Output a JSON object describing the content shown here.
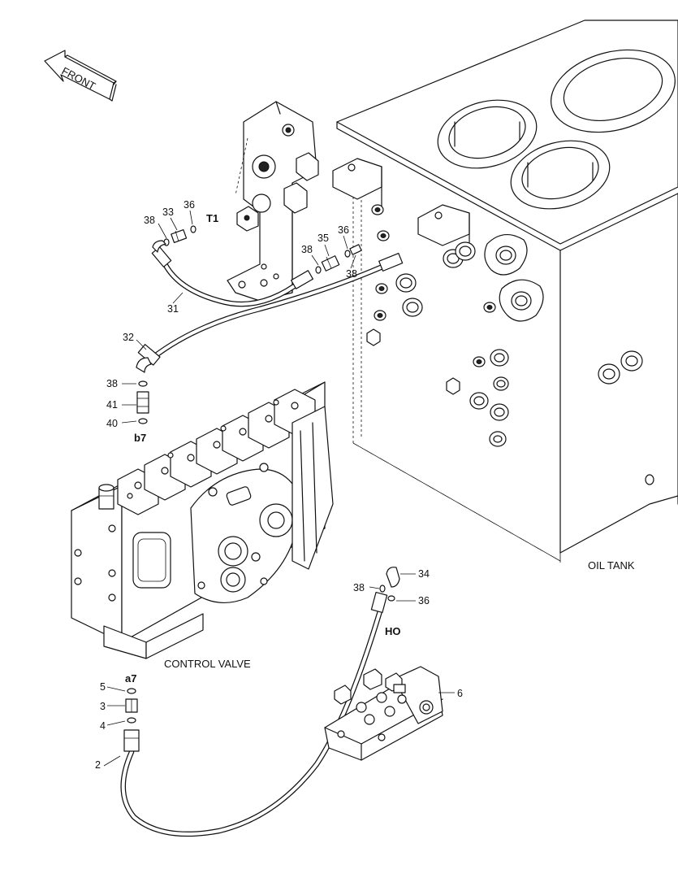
{
  "front_arrow": {
    "label": "FRONT"
  },
  "components": {
    "oil_tank": "OIL TANK",
    "control_valve": "CONTROL VALVE"
  },
  "ports": {
    "t1": "T1",
    "b7": "b7",
    "a7": "a7",
    "ho": "HO"
  },
  "callouts": {
    "n38_top": "38",
    "n33": "33",
    "n36_top": "36",
    "n38_mid": "38",
    "n35": "35",
    "n36_mid": "36",
    "n38_mid2": "38",
    "n31": "31",
    "n32": "32",
    "n38_left": "38",
    "n41": "41",
    "n40": "40",
    "n5": "5",
    "n3": "3",
    "n4": "4",
    "n2": "2",
    "n34": "34",
    "n38_right": "38",
    "n36_right": "36",
    "n6": "6"
  }
}
